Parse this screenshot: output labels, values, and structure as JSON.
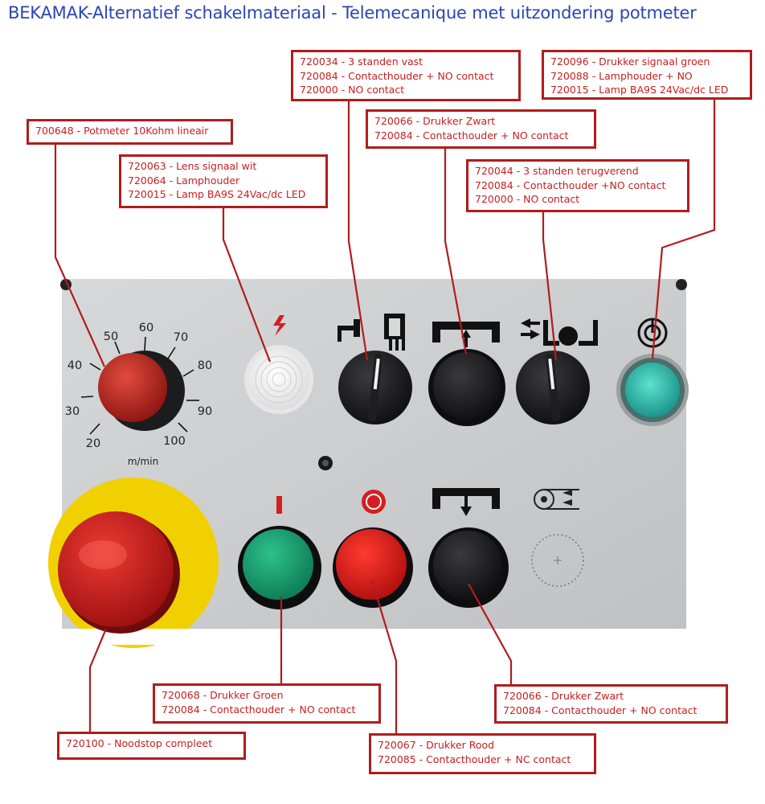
{
  "title": "BEKAMAK-Alternatief schakelmateriaal - Telemecanique met uitzondering potmeter",
  "labels": {
    "potmeter": [
      "700648 - Potmeter 10Kohm lineair"
    ],
    "lens_wit": [
      "720063 - Lens signaal wit",
      "720064 - Lamphouder",
      "720015 - Lamp BA9S 24Vac/dc LED"
    ],
    "standen_vast": [
      "720034 - 3 standen vast",
      "720084 - Contacthouder + NO contact",
      "720000 - NO contact"
    ],
    "drukker_zwart_top": [
      "720066 - Drukker Zwart",
      "720084 - Contacthouder + NO contact"
    ],
    "standen_terugverend": [
      "720044 - 3 standen terugverend",
      "720084 - Contacthouder +NO contact",
      "720000 - NO contact"
    ],
    "signaal_groen": [
      "720096 - Drukker signaal groen",
      "720088 - Lamphouder + NO",
      "720015 - Lamp BA9S 24Vac/dc LED"
    ],
    "drukker_groen": [
      "720068 - Drukker Groen",
      "720084 - Contacthouder + NO contact"
    ],
    "noodstop": [
      "720100 - Noodstop compleet"
    ],
    "drukker_rood": [
      "720067 - Drukker Rood",
      "720085 - Contacthouder + NC contact"
    ],
    "drukker_zwart_bottom": [
      "720066 - Drukker Zwart",
      "720084 - Contacthouder + NO contact"
    ]
  },
  "panel": {
    "dial_scale": [
      "20",
      "30",
      "40",
      "50",
      "60",
      "70",
      "80",
      "90",
      "100"
    ],
    "dial_unit": "m/min"
  },
  "colors": {
    "title": "#2b44b8",
    "label_border": "#b01c1c",
    "label_text": "#c81e1e",
    "panel": "#cdcfd1",
    "green_button": "#159a6e",
    "red_button": "#d81c1c",
    "teal_signal": "#18b0a0",
    "emergency_stop": "#c81818",
    "yellow_ring": "#f2d400"
  },
  "icons": [
    "lightning-icon",
    "faucet-icon",
    "comb-icon",
    "arrow-up-bracket-icon",
    "arrow-down-bracket-icon",
    "conveyor-icon",
    "power-icon",
    "start-bar-icon",
    "stop-circle-icon"
  ]
}
